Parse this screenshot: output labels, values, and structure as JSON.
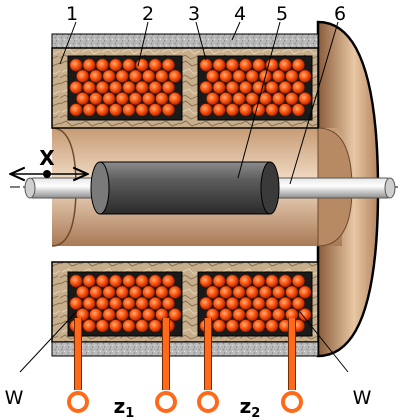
{
  "diagram": {
    "parts": [
      "1",
      "2",
      "3",
      "4",
      "5",
      "6"
    ],
    "labels": {
      "p1": "1",
      "p2": "2",
      "p3": "3",
      "p4": "4",
      "p5": "5",
      "p6": "6",
      "axis": "X",
      "w_left": "W",
      "w_right": "W",
      "z1_main": "z",
      "z1_sub": "1",
      "z2_main": "z",
      "z2_sub": "2"
    }
  }
}
